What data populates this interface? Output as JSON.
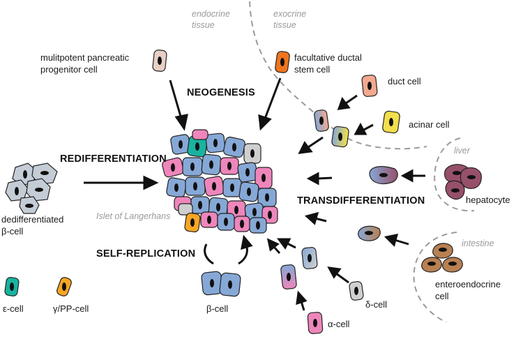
{
  "regions": {
    "endocrine": [
      "endocrine",
      "tissue"
    ],
    "exocrine": [
      "exocrine",
      "tissue"
    ],
    "liver": "liver",
    "intestine": "intestine",
    "islet": "Islet of Langerhans"
  },
  "processes": {
    "neogenesis": "NEOGENESIS",
    "redifferentiation": "REDIFFERENTIATION",
    "transdifferentiation": "TRANSDIFFERENTIATION",
    "self_replication": "SELF-REPLICATION"
  },
  "cells": {
    "progenitor": [
      "mulitpotent pancreatic",
      "progenitor cell"
    ],
    "ductal_stem": [
      "facultative ductal",
      "stem cell"
    ],
    "duct": "duct cell",
    "acinar": "acinar cell",
    "hepatocyte": "hepatocyte",
    "enteroendocrine": [
      "enteroendocrine",
      "cell"
    ],
    "dedifferentiated": [
      "dedifferentiated",
      "β-cell"
    ],
    "epsilon": "ε-cell",
    "gamma": "γ/PP-cell",
    "beta": "β-cell",
    "delta": "δ-cell",
    "alpha": "α-cell"
  },
  "colors": {
    "beta": "#86a8d6",
    "alpha": "#ee86bb",
    "delta": "#cfcfcf",
    "epsilon": "#19b3a0",
    "gamma": "#f6a623",
    "dedifferentiated": "#c4ccd6",
    "progenitor": "#e8cfc6",
    "ductal_stem": "#f0741e",
    "duct": "#f2a98f",
    "acinar": "#f2df4b",
    "hepatocyte": "#97506a",
    "enteroendocrine": "#b98052"
  }
}
